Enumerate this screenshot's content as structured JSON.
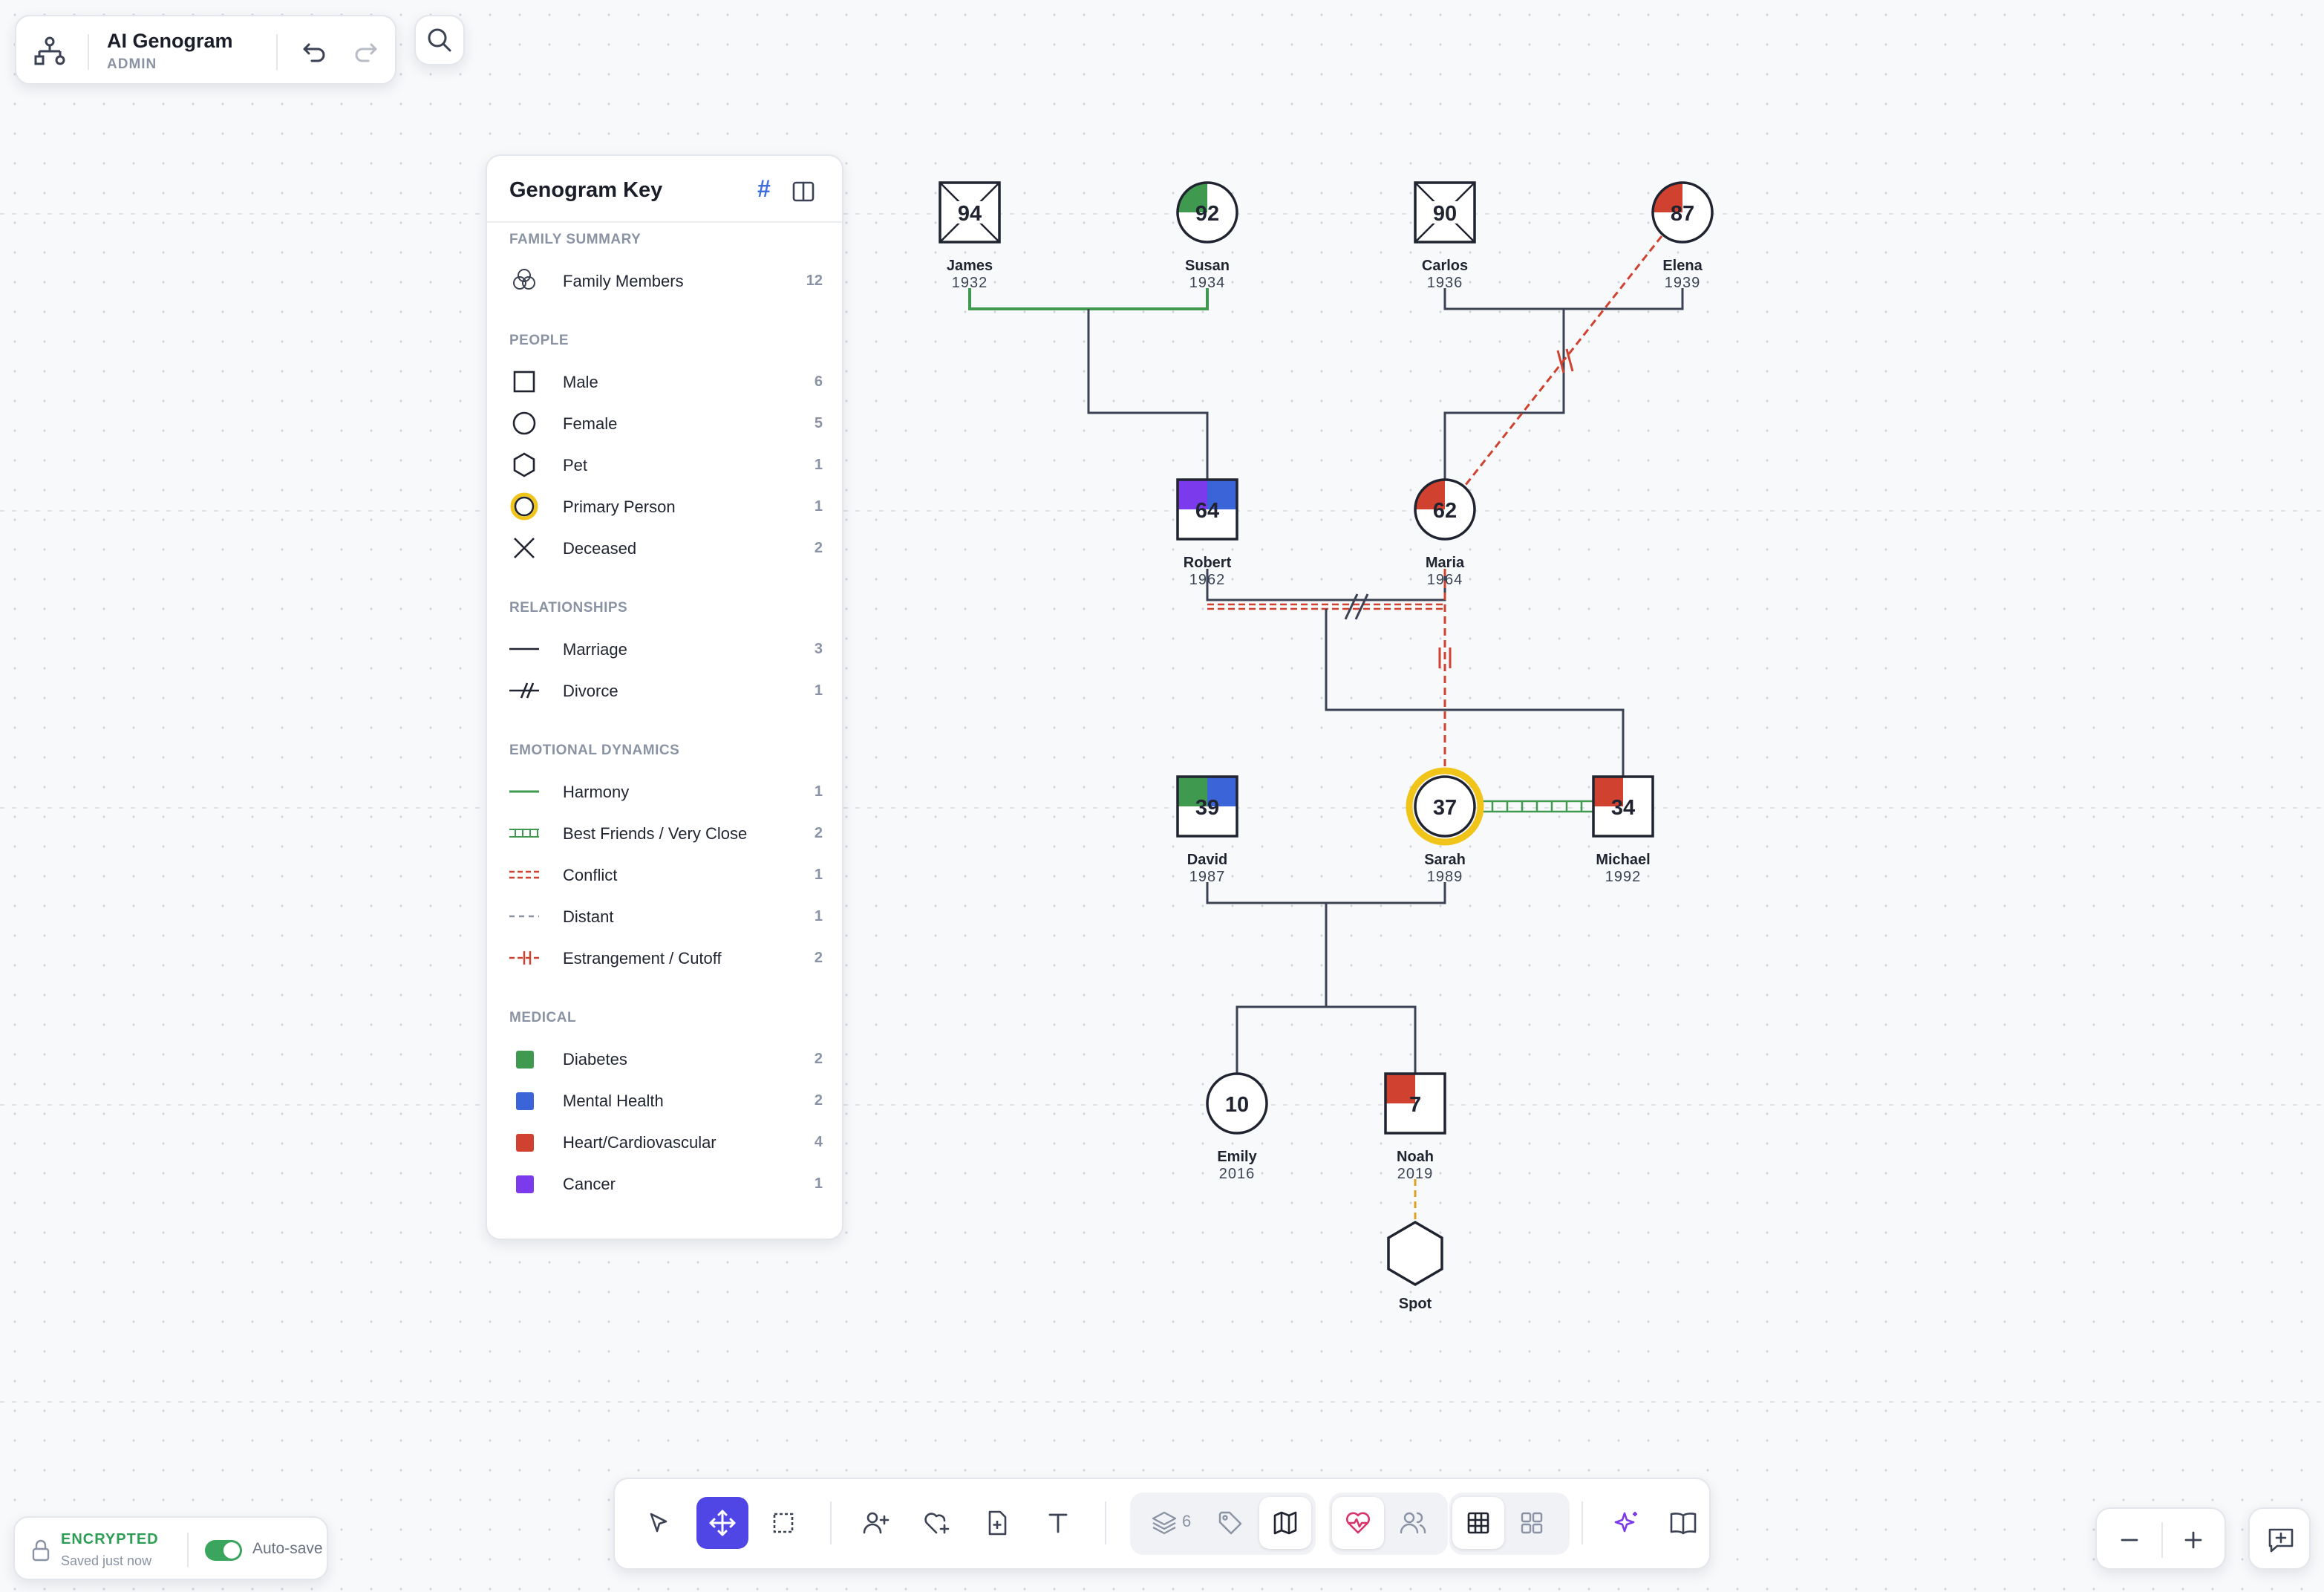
{
  "app": {
    "name": "AI Genogram",
    "role": "ADMIN"
  },
  "key": {
    "title": "Genogram Key",
    "sections": {
      "family_summary": {
        "title": "FAMILY SUMMARY",
        "items": [
          {
            "label": "Family Members",
            "count": "12",
            "icon": "family-members-icon"
          }
        ]
      },
      "people": {
        "title": "PEOPLE",
        "items": [
          {
            "label": "Male",
            "count": "6",
            "icon": "square-icon"
          },
          {
            "label": "Female",
            "count": "5",
            "icon": "circle-icon"
          },
          {
            "label": "Pet",
            "count": "1",
            "icon": "hexagon-icon"
          },
          {
            "label": "Primary Person",
            "count": "1",
            "icon": "primary-ring-icon"
          },
          {
            "label": "Deceased",
            "count": "2",
            "icon": "cross-icon"
          }
        ]
      },
      "relationships": {
        "title": "RELATIONSHIPS",
        "items": [
          {
            "label": "Marriage",
            "count": "3",
            "icon": "marriage-line-icon"
          },
          {
            "label": "Divorce",
            "count": "1",
            "icon": "divorce-line-icon"
          }
        ]
      },
      "emotional": {
        "title": "EMOTIONAL DYNAMICS",
        "items": [
          {
            "label": "Harmony",
            "count": "1",
            "icon": "harmony-line-icon"
          },
          {
            "label": "Best Friends / Very Close",
            "count": "2",
            "icon": "best-friends-line-icon"
          },
          {
            "label": "Conflict",
            "count": "1",
            "icon": "conflict-line-icon"
          },
          {
            "label": "Distant",
            "count": "1",
            "icon": "distant-line-icon"
          },
          {
            "label": "Estrangement / Cutoff",
            "count": "2",
            "icon": "cutoff-line-icon"
          }
        ]
      },
      "medical": {
        "title": "MEDICAL",
        "items": [
          {
            "label": "Diabetes",
            "count": "2",
            "color": "#3f9a4f"
          },
          {
            "label": "Mental Health",
            "count": "2",
            "color": "#3b64d8"
          },
          {
            "label": "Heart/Cardiovascular",
            "count": "4",
            "color": "#d0422f"
          },
          {
            "label": "Cancer",
            "count": "1",
            "color": "#7c3aed"
          }
        ]
      }
    }
  },
  "people": [
    {
      "id": "james",
      "name": "James",
      "year": "1932",
      "age": "94",
      "shape": "square",
      "deceased": true
    },
    {
      "id": "susan",
      "name": "Susan",
      "year": "1934",
      "age": "92",
      "shape": "circle",
      "conditions": [
        "diabetes"
      ]
    },
    {
      "id": "carlos",
      "name": "Carlos",
      "year": "1936",
      "age": "90",
      "shape": "square",
      "deceased": true
    },
    {
      "id": "elena",
      "name": "Elena",
      "year": "1939",
      "age": "87",
      "shape": "circle",
      "conditions": [
        "heart"
      ]
    },
    {
      "id": "robert",
      "name": "Robert",
      "year": "1962",
      "age": "64",
      "shape": "square",
      "conditions": [
        "cancer",
        "mental"
      ]
    },
    {
      "id": "maria",
      "name": "Maria",
      "year": "1964",
      "age": "62",
      "shape": "circle",
      "conditions": [
        "heart"
      ]
    },
    {
      "id": "david",
      "name": "David",
      "year": "1987",
      "age": "39",
      "shape": "square",
      "conditions": [
        "diabetes",
        "mental"
      ]
    },
    {
      "id": "sarah",
      "name": "Sarah",
      "year": "1989",
      "age": "37",
      "shape": "circle",
      "primary": true
    },
    {
      "id": "michael",
      "name": "Michael",
      "year": "1992",
      "age": "34",
      "shape": "square",
      "conditions": [
        "heart"
      ]
    },
    {
      "id": "emily",
      "name": "Emily",
      "year": "2016",
      "age": "10",
      "shape": "circle"
    },
    {
      "id": "noah",
      "name": "Noah",
      "year": "2019",
      "age": "7",
      "shape": "square",
      "conditions": [
        "heart"
      ]
    },
    {
      "id": "spot",
      "name": "Spot",
      "year": "",
      "age": "",
      "shape": "hexagon"
    }
  ],
  "toolbar": {
    "layers_count": "6"
  },
  "status": {
    "encrypted": "ENCRYPTED",
    "saved": "Saved just now",
    "autosave": "Auto-save"
  },
  "colors": {
    "accent": "#4f46e5",
    "primary_ring": "#f0c419",
    "diabetes": "#3f9a4f",
    "mental": "#3b64d8",
    "heart": "#d0422f",
    "cancer": "#7c3aed",
    "harmony": "#3f9a4f",
    "conflict": "#d0422f",
    "distant": "#e0a020"
  }
}
